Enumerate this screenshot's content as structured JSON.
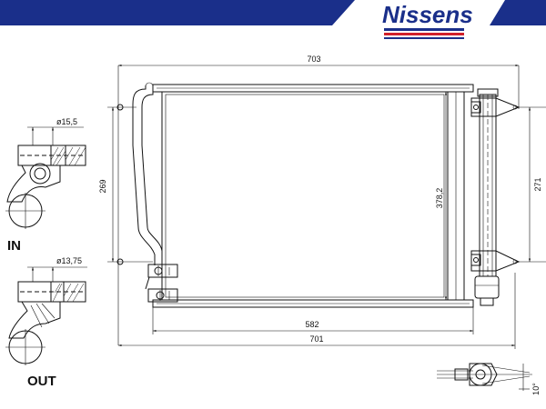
{
  "brand": {
    "logo_text": "Nissens",
    "colors": {
      "navy": "#1a2f8a",
      "red": "#d0202a",
      "line": "#111111"
    }
  },
  "dimensions": {
    "top_width": "703",
    "left_height": "269",
    "core_height": "378,2",
    "right_height": "271",
    "core_width": "582",
    "bottom_width": "701",
    "angle": "10°"
  },
  "fittings": {
    "in_diameter": "ø15,5",
    "out_diameter": "ø13,75",
    "in_label": "IN",
    "out_label": "OUT"
  }
}
